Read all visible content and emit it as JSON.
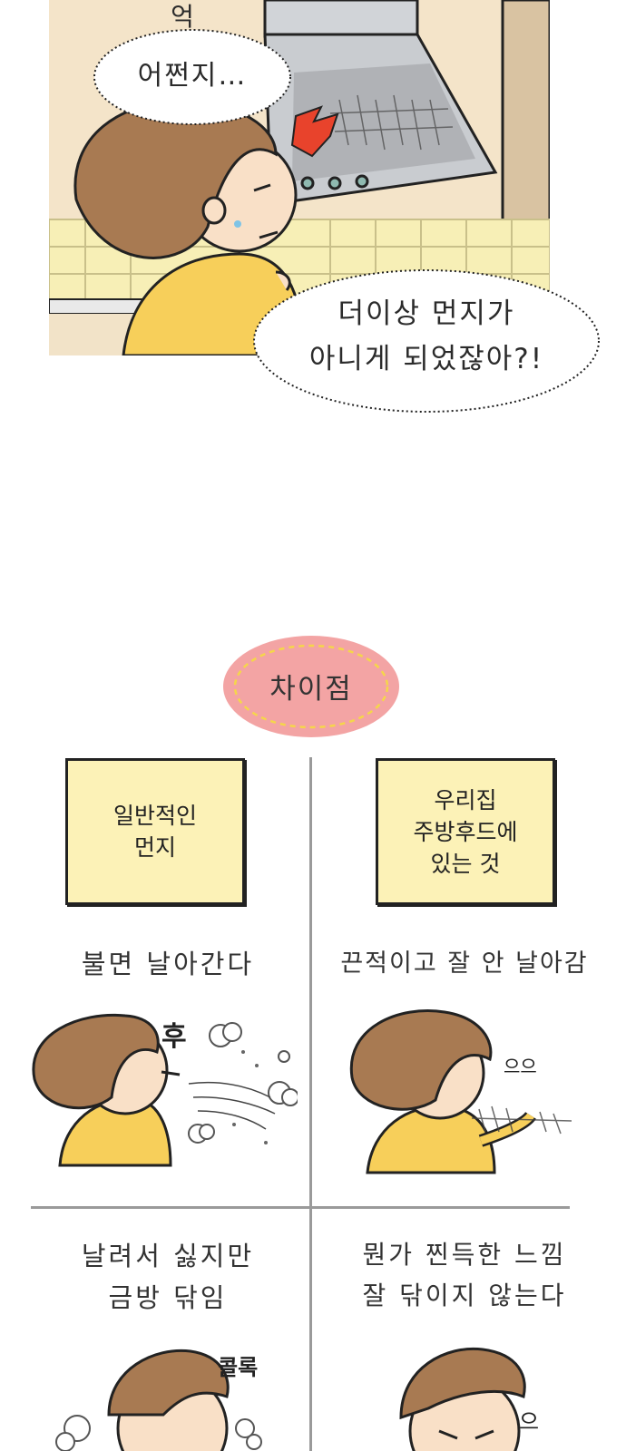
{
  "top_panel": {
    "partial_text": "억",
    "bubble_small": "어쩐지…",
    "bubble_large_line1": "더이상 먼지가",
    "bubble_large_line2": "아니게 되었잖아?!"
  },
  "comparison": {
    "heading": "차이점",
    "left_box": "일반적인\n먼지",
    "right_box": "우리집\n주방후드에\n있는 것",
    "left_caption_1": "불면 날아간다",
    "right_caption_1": "끈적이고 잘 안 날아감",
    "left_sfx_1": "후",
    "right_sfx_1": "으으",
    "left_caption_2": "날려서 싫지만\n금방 닦임",
    "right_caption_2": "뭔가 찐득한 느낌\n잘 닦이지 않는다",
    "left_sfx_2": "콜록",
    "right_sfx_2": "으"
  },
  "colors": {
    "badge_pink": "#f3a4a4",
    "badge_dash": "#f5d64a",
    "sticky_yellow": "#fcf2b7",
    "shirt_yellow": "#f7cf5a",
    "hair_brown": "#a87a52",
    "flame_red": "#e8432c",
    "hood_gray": "#c9ccd0",
    "tile_yellow": "#f7efb6"
  }
}
